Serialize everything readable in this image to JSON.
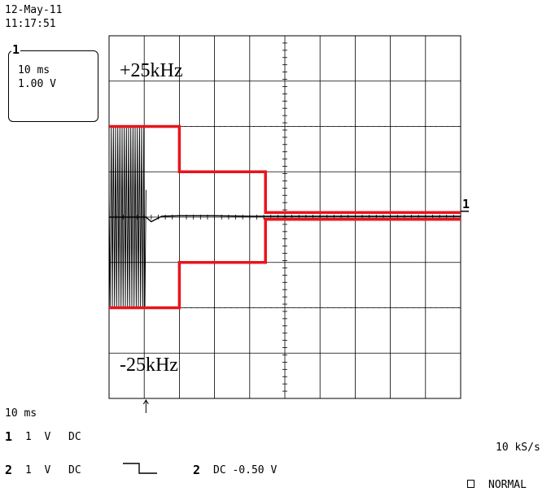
{
  "header": {
    "date": "12-May-11",
    "time": "11:17:51"
  },
  "channel_box": {
    "marker": "1",
    "timebase": "10 ms",
    "volts": "1.00 V"
  },
  "bottom": {
    "timebase": "10 ms",
    "ch1": {
      "num": "1",
      "scale": "1  V",
      "coupling": "DC"
    },
    "ch2": {
      "num": "2",
      "scale": "1  V",
      "coupling": "DC"
    },
    "trigger": {
      "num": "2",
      "text": "DC -0.50 V"
    },
    "sample_rate": "10 kS/s",
    "mode": "NORMAL"
  },
  "colors": {
    "trace": "#000000",
    "limit": "#e8141b",
    "grid": "#000000"
  },
  "chart_data": {
    "type": "line",
    "title": "",
    "xlabel": "",
    "ylabel": "",
    "xlim": [
      0,
      100
    ],
    "ylim": [
      -4,
      4
    ],
    "grid": true,
    "annotations": [
      {
        "text": "+25kHz",
        "x": 3,
        "y": 3.25
      },
      {
        "text": "-25kHz",
        "x": 3,
        "y": -3.25
      }
    ],
    "channel_marker": {
      "text": "1",
      "y": 0.2
    },
    "series": [
      {
        "role": "upper-limit",
        "color": "#e8141b",
        "x": [
          0,
          20,
          20,
          44.5,
          44.5,
          100
        ],
        "y": [
          2.0,
          2.0,
          1.0,
          1.0,
          0.1,
          0.1
        ]
      },
      {
        "role": "lower-limit",
        "color": "#e8141b",
        "x": [
          0,
          20,
          20,
          44.5,
          44.5,
          100
        ],
        "y": [
          -2.0,
          -2.0,
          -1.0,
          -1.0,
          -0.05,
          -0.05
        ]
      },
      {
        "role": "measured",
        "color": "#000000",
        "x": [
          0,
          10.5,
          12,
          15,
          20,
          30,
          40,
          50,
          60,
          70,
          80,
          90,
          100
        ],
        "y": [
          0,
          0,
          -0.1,
          0.02,
          0.03,
          0.03,
          0.02,
          0.02,
          0.02,
          0.02,
          0.02,
          0.02,
          0.02
        ]
      }
    ],
    "burst": {
      "x_start": 0,
      "x_end": 10.5,
      "amplitude": 2.0,
      "cycles": 17
    },
    "trigger_x": 10.5
  }
}
